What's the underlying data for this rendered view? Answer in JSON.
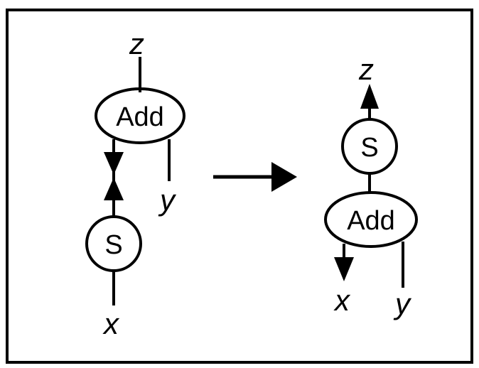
{
  "diagram": {
    "left": {
      "add_node": "Add",
      "s_node": "S",
      "var_z": "z",
      "var_y": "y",
      "var_x": "x"
    },
    "right": {
      "s_node": "S",
      "add_node": "Add",
      "var_z": "z",
      "var_x": "x",
      "var_y": "y"
    }
  },
  "colors": {
    "ink": "#000000",
    "background": "#ffffff"
  }
}
